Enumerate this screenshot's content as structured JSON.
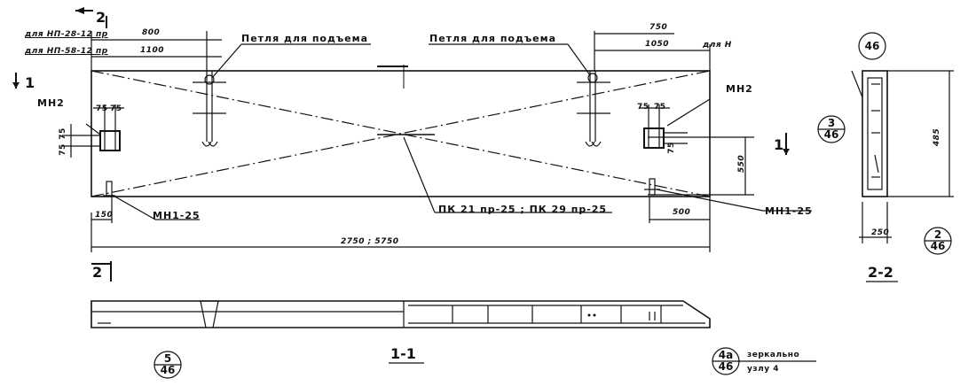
{
  "labels": {
    "for_np_28": "для НП-28-12 пр",
    "for_np_58": "для НП-58-12 пр",
    "for_h": "для Н",
    "lift_loop_left": "Петля для подъема",
    "lift_loop_right": "Петля для подъема",
    "mn2_left": "МН2",
    "mn2_right": "МН2",
    "mn1_left": "МН1-25",
    "mn1_right": "МН1-25",
    "pk": "ПК 21 пр-25 ; ПК 29 пр-25",
    "mirror_1": "зеркально",
    "mirror_2": "узлу 4"
  },
  "dimensions": {
    "d800": "800",
    "d1100": "1100",
    "d750": "750",
    "d1050": "1050",
    "d75a": "75",
    "d75b": "75",
    "d75c": "75",
    "d75d": "75",
    "d75v1": "75",
    "d75v2": "75",
    "d75v3": "75",
    "d550": "550",
    "d150": "150",
    "d500": "500",
    "d_total": "2750 ; 5750",
    "d250": "250",
    "d485": "485"
  },
  "sections": {
    "cut_2_top": "2",
    "cut_1_left": "1",
    "cut_1_right": "1",
    "cut_2_bottom": "2",
    "section_1_1": "1-1",
    "section_2_2": "2-2"
  },
  "callouts": {
    "c46_top": "46",
    "c3_num": "3",
    "c3_den": "46",
    "c2_num": "2",
    "c2_den": "46",
    "c5_num": "5",
    "c5_den": "46",
    "c4a_num": "4а",
    "c4a_den": "46"
  },
  "colors": {
    "ink": "#111111",
    "paper": "#ffffff"
  }
}
